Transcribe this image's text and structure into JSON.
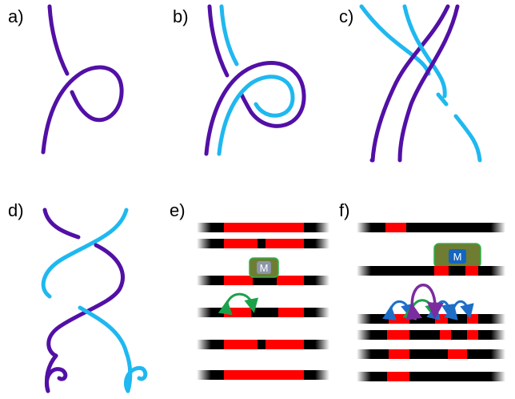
{
  "colors": {
    "purple": "#5210A6",
    "cyan": "#1FB8F0",
    "red": "#FF0000",
    "black": "#000000",
    "green": "#1AA24A",
    "box_fill": "#6E7D32",
    "box_border": "#2FB24A",
    "blue_square": "#1565C0",
    "arrow_purple": "#7B2C9E",
    "arrow_blue": "#1E6EC8"
  },
  "panels": {
    "a": {
      "label": "a)"
    },
    "b": {
      "label": "b)"
    },
    "c": {
      "label": "c)"
    },
    "d": {
      "label": "d)"
    },
    "e": {
      "label": "e)",
      "marker": "M"
    },
    "f": {
      "label": "f)",
      "marker": "M"
    }
  }
}
